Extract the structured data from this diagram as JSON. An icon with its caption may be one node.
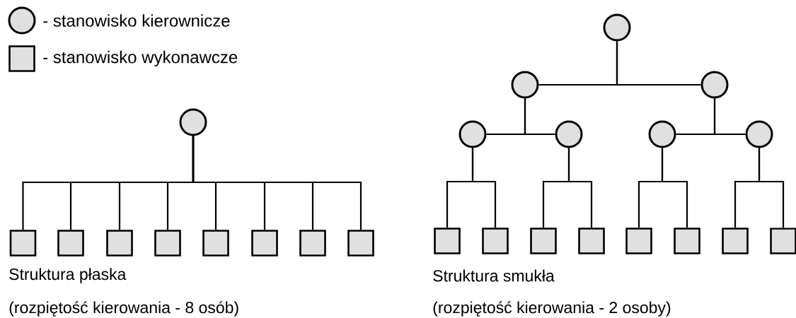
{
  "diagram": {
    "nodes": [
      {
        "text": [],
        "shape": "circle"
      },
      {
        "text": [],
        "shape": "box"
      },
      {
        "text": [],
        "shape": "box"
      },
      {
        "text": [],
        "shape": "box"
      },
      {
        "text": [],
        "shape": "box"
      },
      {
        "text": [],
        "shape": "box"
      },
      {
        "text": [],
        "shape": "box"
      },
      {
        "text": [],
        "shape": "box"
      },
      {
        "text": [],
        "shape": "box"
      },
      {
        "text": [],
        "shape": "circle"
      },
      {
        "text": [],
        "shape": "circle"
      },
      {
        "text": [],
        "shape": "circle"
      },
      {
        "text": [],
        "shape": "circle"
      },
      {
        "text": [],
        "shape": "circle"
      },
      {
        "text": [],
        "shape": "circle"
      },
      {
        "text": [],
        "shape": "circle"
      },
      {
        "text": [],
        "shape": "box"
      },
      {
        "text": [],
        "shape": "box"
      },
      {
        "text": [],
        "shape": "box"
      },
      {
        "text": [],
        "shape": "box"
      },
      {
        "text": [],
        "shape": "box"
      },
      {
        "text": [],
        "shape": "box"
      },
      {
        "text": [],
        "shape": "box"
      },
      {
        "text": [],
        "shape": "box"
      }
    ],
    "edges": [
      {
        "from": 0,
        "to": 1,
        "arrow": "none"
      },
      {
        "from": 0,
        "to": 2,
        "arrow": "none"
      },
      {
        "from": 0,
        "to": 3,
        "arrow": "none"
      },
      {
        "from": 0,
        "to": 4,
        "arrow": "none"
      },
      {
        "from": 0,
        "to": 5,
        "arrow": "none"
      },
      {
        "from": 0,
        "to": 6,
        "arrow": "none"
      },
      {
        "from": 0,
        "to": 7,
        "arrow": "none"
      },
      {
        "from": 0,
        "to": 8,
        "arrow": "none"
      },
      {
        "from": 9,
        "to": 10,
        "arrow": "none"
      },
      {
        "from": 9,
        "to": 11,
        "arrow": "none"
      },
      {
        "from": 10,
        "to": 12,
        "arrow": "none"
      },
      {
        "from": 10,
        "to": 13,
        "arrow": "none"
      },
      {
        "from": 11,
        "to": 14,
        "arrow": "none"
      },
      {
        "from": 11,
        "to": 15,
        "arrow": "none"
      },
      {
        "from": 12,
        "to": 16,
        "arrow": "none"
      },
      {
        "from": 12,
        "to": 17,
        "arrow": "none"
      },
      {
        "from": 13,
        "to": 18,
        "arrow": "none"
      },
      {
        "from": 13,
        "to": 19,
        "arrow": "none"
      },
      {
        "from": 14,
        "to": 20,
        "arrow": "none"
      },
      {
        "from": 14,
        "to": 21,
        "arrow": "none"
      },
      {
        "from": 15,
        "to": 22,
        "arrow": "none"
      },
      {
        "from": 15,
        "to": 23,
        "arrow": "none"
      }
    ],
    "labels": [
      "Struktura płaska",
      "Struktura smukła",
      "(rozpiętość kierowania - 8 osób)",
      "(rozpiętość kierowania - 2 osoby)"
    ],
    "legend": [
      {
        "text": "- stanowisko kierownicze"
      },
      {
        "text": "- stanowisko wykonawcze"
      }
    ]
  }
}
